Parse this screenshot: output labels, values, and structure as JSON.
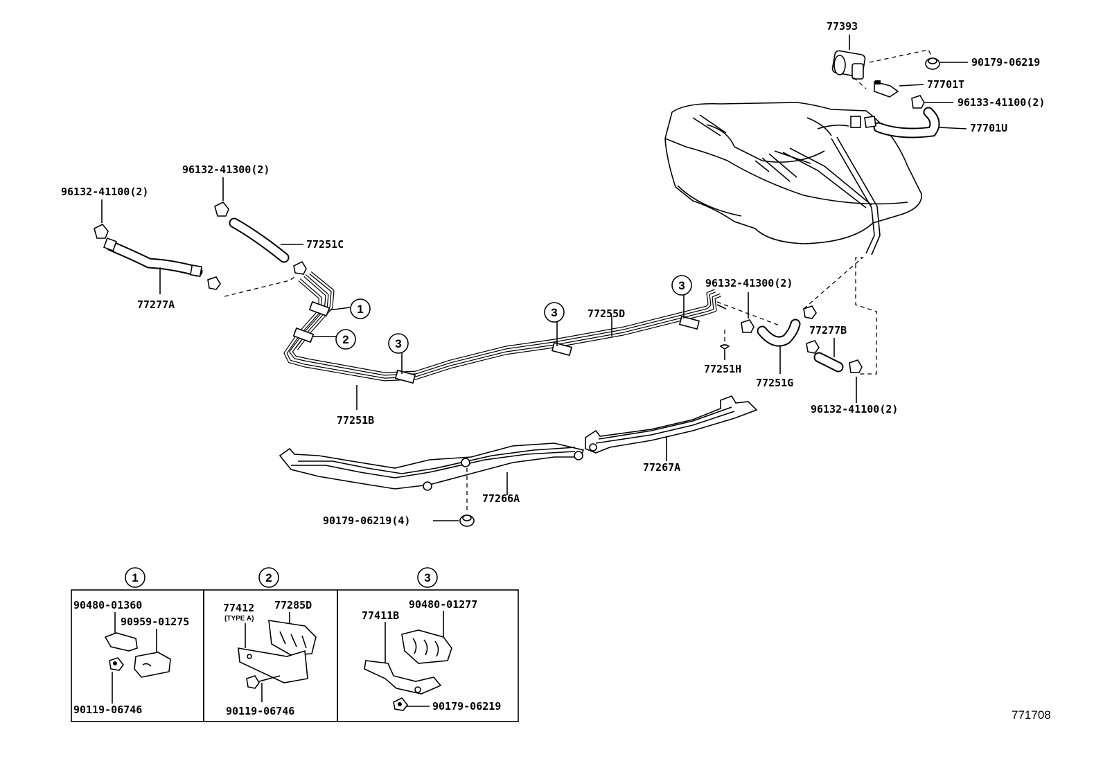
{
  "labels": {
    "p77393": "77393",
    "p90179_06219_top": "90179-06219",
    "p77701T": "77701T",
    "p96133_41100": "96133-41100(2)",
    "p77701U": "77701U",
    "p96132_41300_left": "96132-41300(2)",
    "p96132_41100_left": "96132-41100(2)",
    "p77251C": "77251C",
    "p77277A": "77277A",
    "p77255D": "77255D",
    "p96132_41300_right": "96132-41300(2)",
    "p77277B": "77277B",
    "p77251H": "77251H",
    "p77251G": "77251G",
    "p96132_41100_right": "96132-41100(2)",
    "p77251B": "77251B",
    "p77267A": "77267A",
    "p77266A": "77266A",
    "p90179_06219_4": "90179-06219(4)"
  },
  "callouts": {
    "c1": "1",
    "c2": "2",
    "c3": "3"
  },
  "detail_boxes": {
    "box1": {
      "number": "1",
      "a": "90480-01360",
      "b": "90959-01275",
      "c": "90119-06746"
    },
    "box2": {
      "number": "2",
      "a": "77412",
      "a_sub": "(TYPE A)",
      "b": "77285D",
      "c": "90119-06746"
    },
    "box3": {
      "number": "3",
      "a": "90480-01277",
      "b": "77411B",
      "c": "90179-06219"
    }
  },
  "figure_ref": "771708"
}
